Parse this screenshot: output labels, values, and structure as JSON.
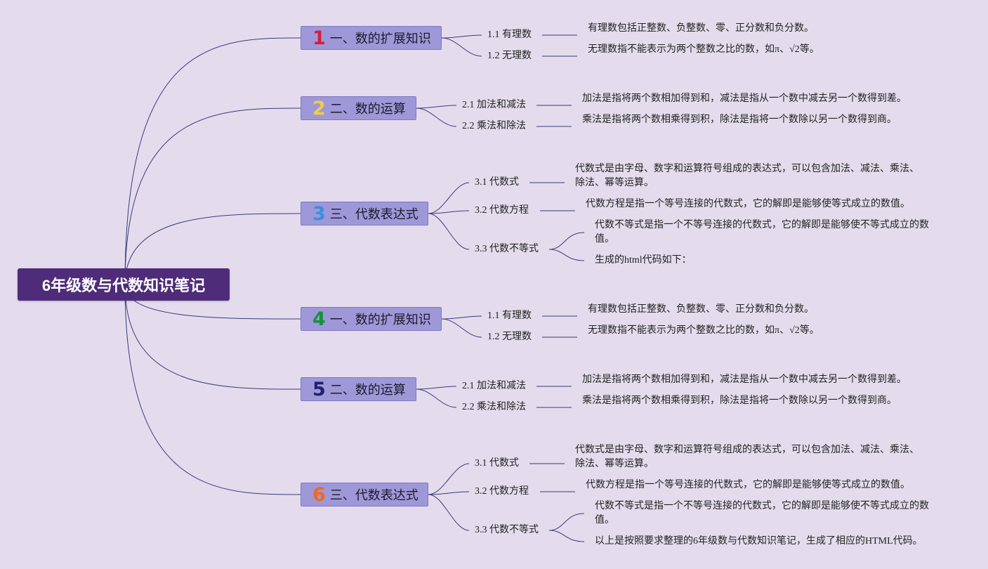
{
  "root": {
    "title": "6年级数与代数知识笔记"
  },
  "colors": {
    "background": "#e4dced",
    "root_fill": "#4e2c79",
    "branch_fill": "#9e98d8",
    "connector": "#3d3a78",
    "markers": [
      "#d81d3a",
      "#f0cc4c",
      "#3b8fe0",
      "#15923a",
      "#22206e",
      "#f06a1c"
    ]
  },
  "branches": [
    {
      "number": "1",
      "label": "一、数的扩展知识",
      "subs": [
        {
          "label": "1.1 有理数",
          "descs": [
            "有理数包括正整数、负整数、零、正分数和负分数。"
          ]
        },
        {
          "label": "1.2 无理数",
          "descs": [
            "无理数指不能表示为两个整数之比的数，如π、√2等。"
          ]
        }
      ]
    },
    {
      "number": "2",
      "label": "二、数的运算",
      "subs": [
        {
          "label": "2.1 加法和减法",
          "descs": [
            "加法是指将两个数相加得到和，减法是指从一个数中减去另一个数得到差。"
          ]
        },
        {
          "label": "2.2 乘法和除法",
          "descs": [
            "乘法是指将两个数相乘得到积，除法是指将一个数除以另一个数得到商。"
          ]
        }
      ]
    },
    {
      "number": "3",
      "label": "三、代数表达式",
      "subs": [
        {
          "label": "3.1 代数式",
          "descs": [
            "代数式是由字母、数字和运算符号组成的表达式，可以包含加法、减法、乘法、除法、幂等运算。"
          ]
        },
        {
          "label": "3.2 代数方程",
          "descs": [
            "代数方程是指一个等号连接的代数式，它的解即是能够使等式成立的数值。"
          ]
        },
        {
          "label": "3.3 代数不等式",
          "descs": [
            "代数不等式是指一个不等号连接的代数式，它的解即是能够使不等式成立的数值。",
            "生成的html代码如下："
          ]
        }
      ]
    },
    {
      "number": "4",
      "label": "一、数的扩展知识",
      "subs": [
        {
          "label": "1.1 有理数",
          "descs": [
            "有理数包括正整数、负整数、零、正分数和负分数。"
          ]
        },
        {
          "label": "1.2 无理数",
          "descs": [
            "无理数指不能表示为两个整数之比的数，如π、√2等。"
          ]
        }
      ]
    },
    {
      "number": "5",
      "label": "二、数的运算",
      "subs": [
        {
          "label": "2.1 加法和减法",
          "descs": [
            "加法是指将两个数相加得到和，减法是指从一个数中减去另一个数得到差。"
          ]
        },
        {
          "label": "2.2 乘法和除法",
          "descs": [
            "乘法是指将两个数相乘得到积，除法是指将一个数除以另一个数得到商。"
          ]
        }
      ]
    },
    {
      "number": "6",
      "label": "三、代数表达式",
      "subs": [
        {
          "label": "3.1 代数式",
          "descs": [
            "代数式是由字母、数字和运算符号组成的表达式，可以包含加法、减法、乘法、除法、幂等运算。"
          ]
        },
        {
          "label": "3.2 代数方程",
          "descs": [
            "代数方程是指一个等号连接的代数式，它的解即是能够使等式成立的数值。"
          ]
        },
        {
          "label": "3.3 代数不等式",
          "descs": [
            "代数不等式是指一个不等号连接的代数式，它的解即是能够使不等式成立的数值。",
            "以上是按照要求整理的6年级数与代数知识笔记，生成了相应的HTML代码。"
          ]
        }
      ]
    }
  ]
}
